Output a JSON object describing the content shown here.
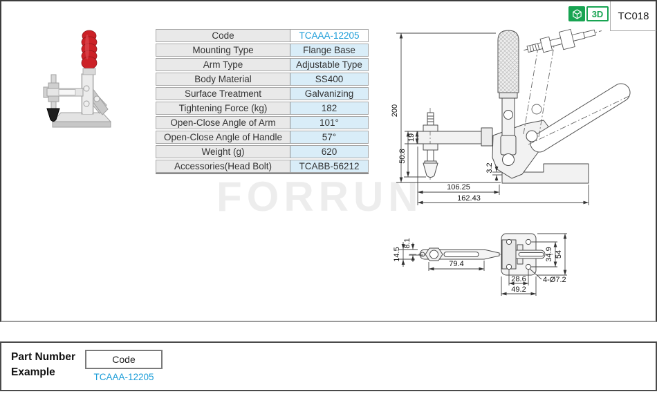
{
  "page": {
    "doc_code": "TC018",
    "badge_3d_label": "3D"
  },
  "watermark": "FORRUN",
  "spec_table": {
    "rows": [
      {
        "label": "Code",
        "value": "TCAAA-12205"
      },
      {
        "label": "Mounting Type",
        "value": "Flange Base"
      },
      {
        "label": "Arm Type",
        "value": "Adjustable Type"
      },
      {
        "label": "Body Material",
        "value": "SS400"
      },
      {
        "label": "Surface Treatment",
        "value": "Galvanizing"
      },
      {
        "label": "Tightening Force (kg)",
        "value": "182"
      },
      {
        "label": "Open-Close Angle of Arm",
        "value": "101°"
      },
      {
        "label": "Open-Close Angle of Handle",
        "value": "57°"
      },
      {
        "label": "Weight (g)",
        "value": "620"
      },
      {
        "label": "Accessories(Head Bolt)",
        "value": "TCABB-56212"
      }
    ]
  },
  "drawing": {
    "front": {
      "d200": "200",
      "d19": "19",
      "d50_8": "50.8",
      "d3_2": "3.2",
      "d106_25": "106.25",
      "d162_43": "162.43"
    },
    "top": {
      "d14_5": "14.5",
      "d8_1": "8.1",
      "d79_4": "79.4",
      "d28_6": "28.6",
      "d49_2": "49.2",
      "d34_9": "34.9",
      "d54": "54",
      "holes": "4-Ø7.2"
    }
  },
  "part_number_example": {
    "title_line1": "Part Number",
    "title_line2": "Example",
    "code_label": "Code",
    "code_value": "TCAAA-12205"
  }
}
